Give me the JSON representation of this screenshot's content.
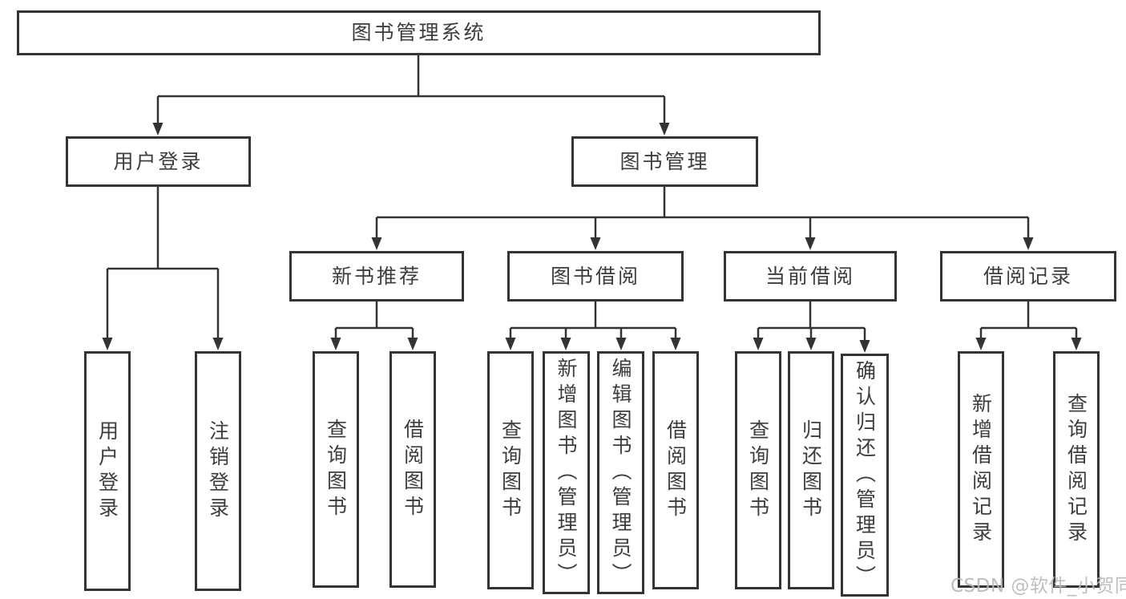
{
  "diagram": {
    "root": {
      "label": "图书管理系统"
    },
    "branches": [
      {
        "label": "用户登录",
        "children": [
          {
            "label": "用户登录"
          },
          {
            "label": "注销登录"
          }
        ]
      },
      {
        "label": "图书管理",
        "groups": [
          {
            "label": "新书推荐",
            "children": [
              {
                "label": "查询图书"
              },
              {
                "label": "借阅图书"
              }
            ]
          },
          {
            "label": "图书借阅",
            "children": [
              {
                "label": "查询图书"
              },
              {
                "label": "新增图书（管理员）"
              },
              {
                "label": "编辑图书（管理员）"
              },
              {
                "label": "借阅图书"
              }
            ]
          },
          {
            "label": "当前借阅",
            "children": [
              {
                "label": "查询图书"
              },
              {
                "label": "归还图书"
              },
              {
                "label": "确认归还（管理员）"
              }
            ]
          },
          {
            "label": "借阅记录",
            "children": [
              {
                "label": "新增借阅记录"
              },
              {
                "label": "查询借阅记录"
              }
            ]
          }
        ]
      }
    ]
  },
  "watermark": {
    "text": "CSDN @软件_小贺同学"
  },
  "colors": {
    "line": "#333333",
    "border": "#343434",
    "text": "#3d3d3d",
    "watermark": "#b9b9b9",
    "background": "#ffffff"
  }
}
